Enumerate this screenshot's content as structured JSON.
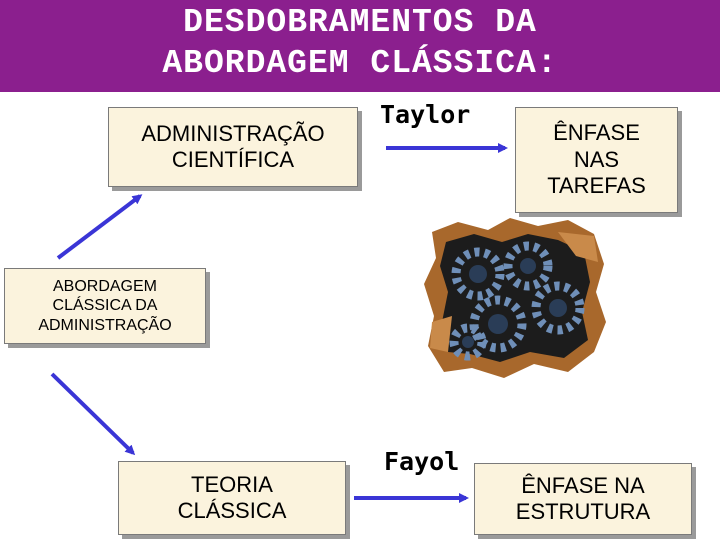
{
  "title": {
    "line1": "DESDOBRAMENTOS DA",
    "line2": "ABORDAGEM CLÁSSICA:"
  },
  "boxes": {
    "admin_cientifica": "ADMINISTRAÇÃO\nCIENTÍFICA",
    "enfase_tarefas": "ÊNFASE\nNAS\nTAREFAS",
    "abordagem": "ABORDAGEM\nCLÁSSICA DA\nADMINISTRAÇÃO",
    "teoria_classica": "TEORIA\nCLÁSSICA",
    "enfase_estrutura": "ÊNFASE NA\nESTRUTURA"
  },
  "labels": {
    "taylor": "Taylor",
    "fayol": "Fayol"
  },
  "colors": {
    "title_bg": "#8b1f8e",
    "box_fill": "#fbf3dd",
    "arrow": "#3a35d6"
  },
  "icons": {
    "center_image": "gears-in-broken-wall"
  }
}
